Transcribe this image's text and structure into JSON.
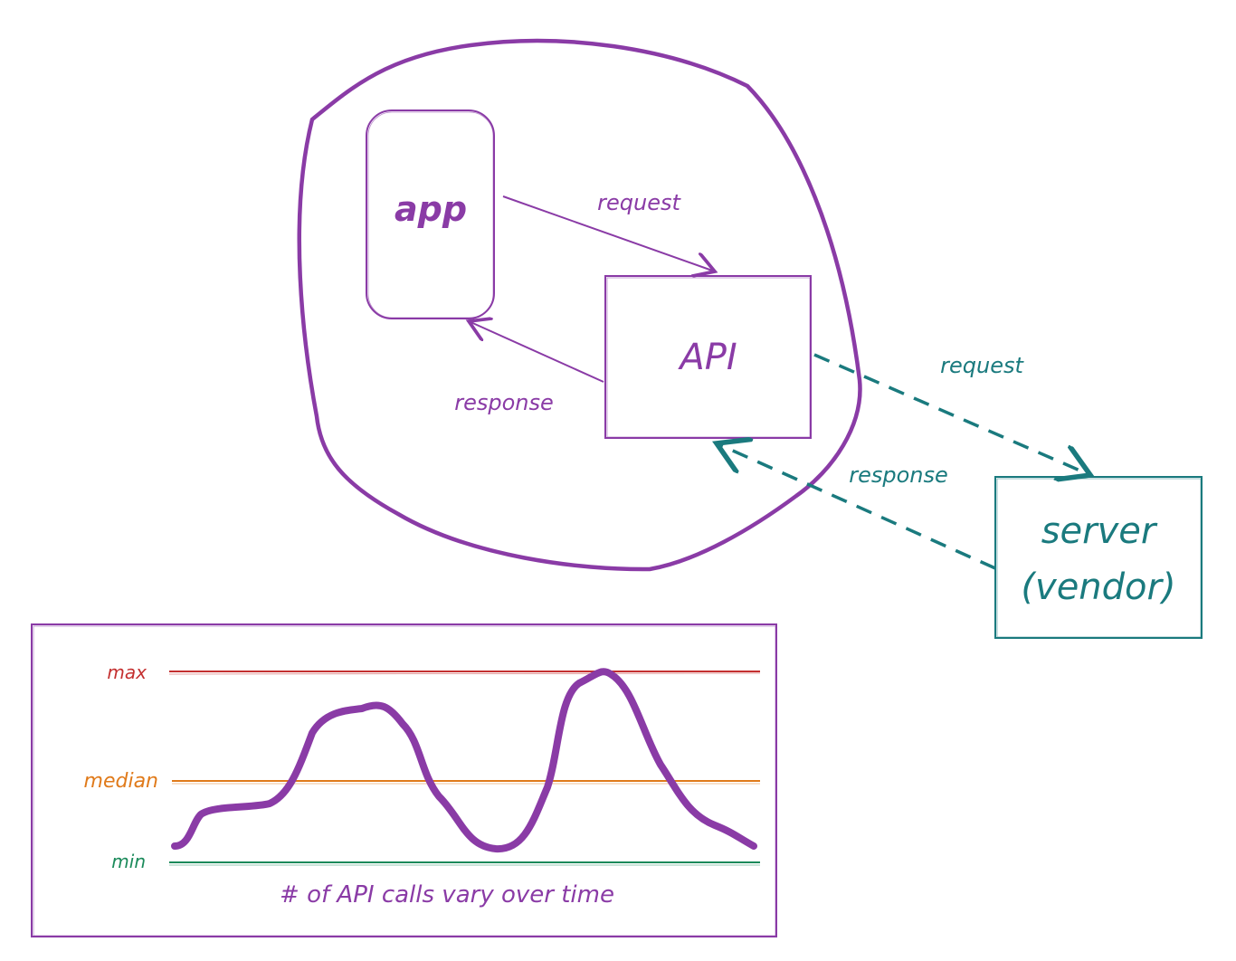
{
  "diagram": {
    "nodes": {
      "app": {
        "label": "app"
      },
      "api": {
        "label": "API"
      },
      "server": {
        "line1": "server",
        "line2": "(vendor)"
      }
    },
    "edges": {
      "app_to_api": {
        "label": "request"
      },
      "api_to_app": {
        "label": "response"
      },
      "api_to_server": {
        "label": "request"
      },
      "server_to_api": {
        "label": "response"
      }
    }
  },
  "chart": {
    "caption": "# of API calls vary over time",
    "levels": {
      "max": "max",
      "median": "median",
      "min": "min"
    }
  },
  "colors": {
    "purple": "#8a3ba6",
    "teal": "#1a7a7e",
    "red": "#c43030",
    "orange": "#e07a1a",
    "green": "#1a8a5a"
  }
}
